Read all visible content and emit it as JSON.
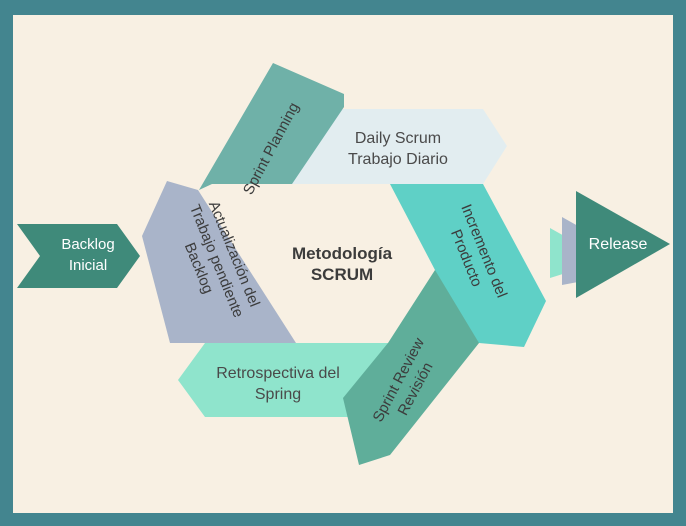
{
  "diagram": {
    "title_line1": "Metodología",
    "title_line2": "SCRUM",
    "backlog": {
      "line1": "Backlog",
      "line2": "Inicial"
    },
    "release": "Release",
    "steps": {
      "sprint_planning": "Sprint Planning",
      "daily_scrum": {
        "line1": "Daily Scrum",
        "line2": "Trabajo Diario"
      },
      "incremento": {
        "line1": "Incremento del",
        "line2": "Producto"
      },
      "sprint_review": {
        "line1": "Sprint Review",
        "line2": "Revisión"
      },
      "retrospectiva": {
        "line1": "Retrospectiva del",
        "line2": "Spring"
      },
      "actualizacion": {
        "line1": "Actualización del",
        "line2": "Trabajo pendiente",
        "line3": "Backlog"
      }
    }
  },
  "colors": {
    "frame": "#43858f",
    "background": "#f8f0e3",
    "dark_teal": "#3f8a7a",
    "teal": "#6fb1a8",
    "light_blue": "#e2edf0",
    "aqua": "#5fd0c6",
    "mint": "#8fe4cc",
    "lavender": "#a9b4c9"
  }
}
